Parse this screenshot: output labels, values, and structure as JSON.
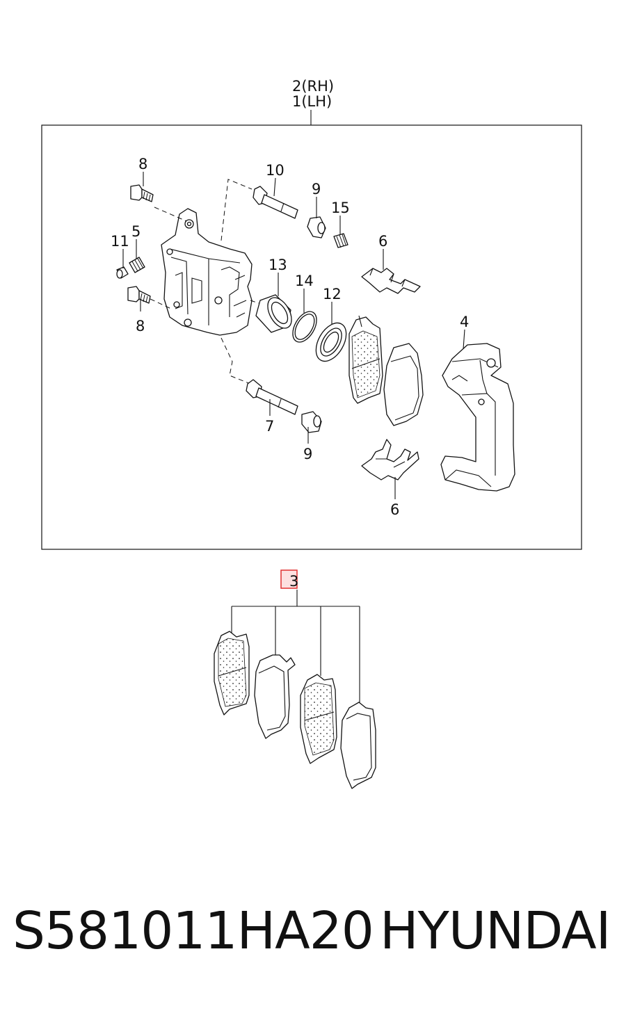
{
  "assembly": {
    "label_rh": "2(RH)",
    "label_lh": "1(LH)"
  },
  "callouts": {
    "c8_top": "8",
    "c10": "10",
    "c9_top": "9",
    "c15": "15",
    "c11": "11",
    "c5": "5",
    "c6_top": "6",
    "c13": "13",
    "c14": "14",
    "c12": "12",
    "c4": "4",
    "c8_bottom": "8",
    "c7": "7",
    "c9_bottom": "9",
    "c6_bottom": "6",
    "c3": "3"
  },
  "highlight_color": "#e03030",
  "footer": {
    "part_number": "S581011HA20",
    "brand": "HYUNDAI"
  }
}
